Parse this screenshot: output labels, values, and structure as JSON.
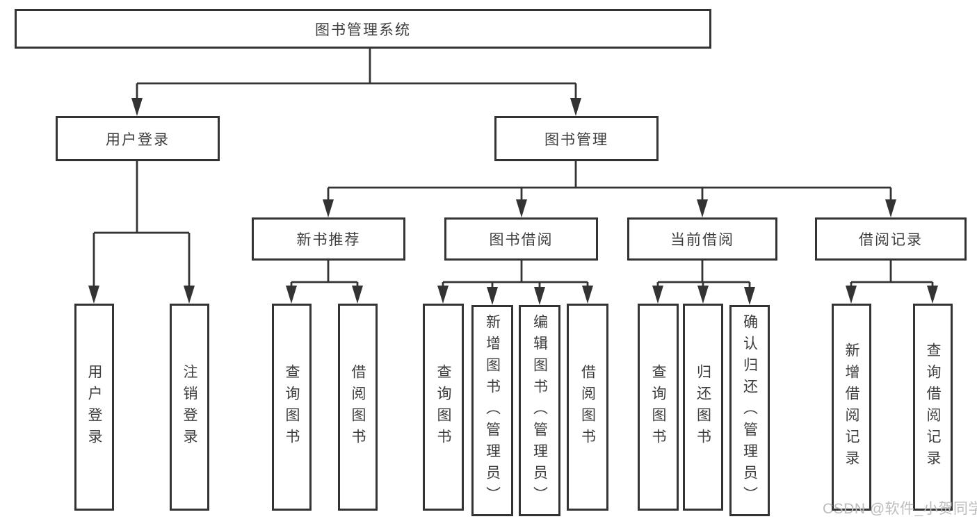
{
  "diagram": {
    "tree": {
      "label": "图书管理系统",
      "children": [
        {
          "label": "用户登录",
          "children": [
            {
              "label": "用户登录"
            },
            {
              "label": "注销登录"
            }
          ]
        },
        {
          "label": "图书管理",
          "children": [
            {
              "label": "新书推荐",
              "children": [
                {
                  "label": "查询图书"
                },
                {
                  "label": "借阅图书"
                }
              ]
            },
            {
              "label": "图书借阅",
              "children": [
                {
                  "label": "查询图书"
                },
                {
                  "label": "新增图书（管理员）"
                },
                {
                  "label": "编辑图书（管理员）"
                },
                {
                  "label": "借阅图书"
                }
              ]
            },
            {
              "label": "当前借阅",
              "children": [
                {
                  "label": "查询图书"
                },
                {
                  "label": "归还图书"
                },
                {
                  "label": "确认归还（管理员）"
                }
              ]
            },
            {
              "label": "借阅记录",
              "children": [
                {
                  "label": "新增借阅记录"
                },
                {
                  "label": "查询借阅记录"
                }
              ]
            }
          ]
        }
      ]
    },
    "watermark": "CSDN @软件_小贺同学",
    "colors": {
      "line": "#333333",
      "box_border": "#333333",
      "text": "#3d3d3d",
      "watermark": "#bcbcbc",
      "background": "#ffffff"
    }
  }
}
